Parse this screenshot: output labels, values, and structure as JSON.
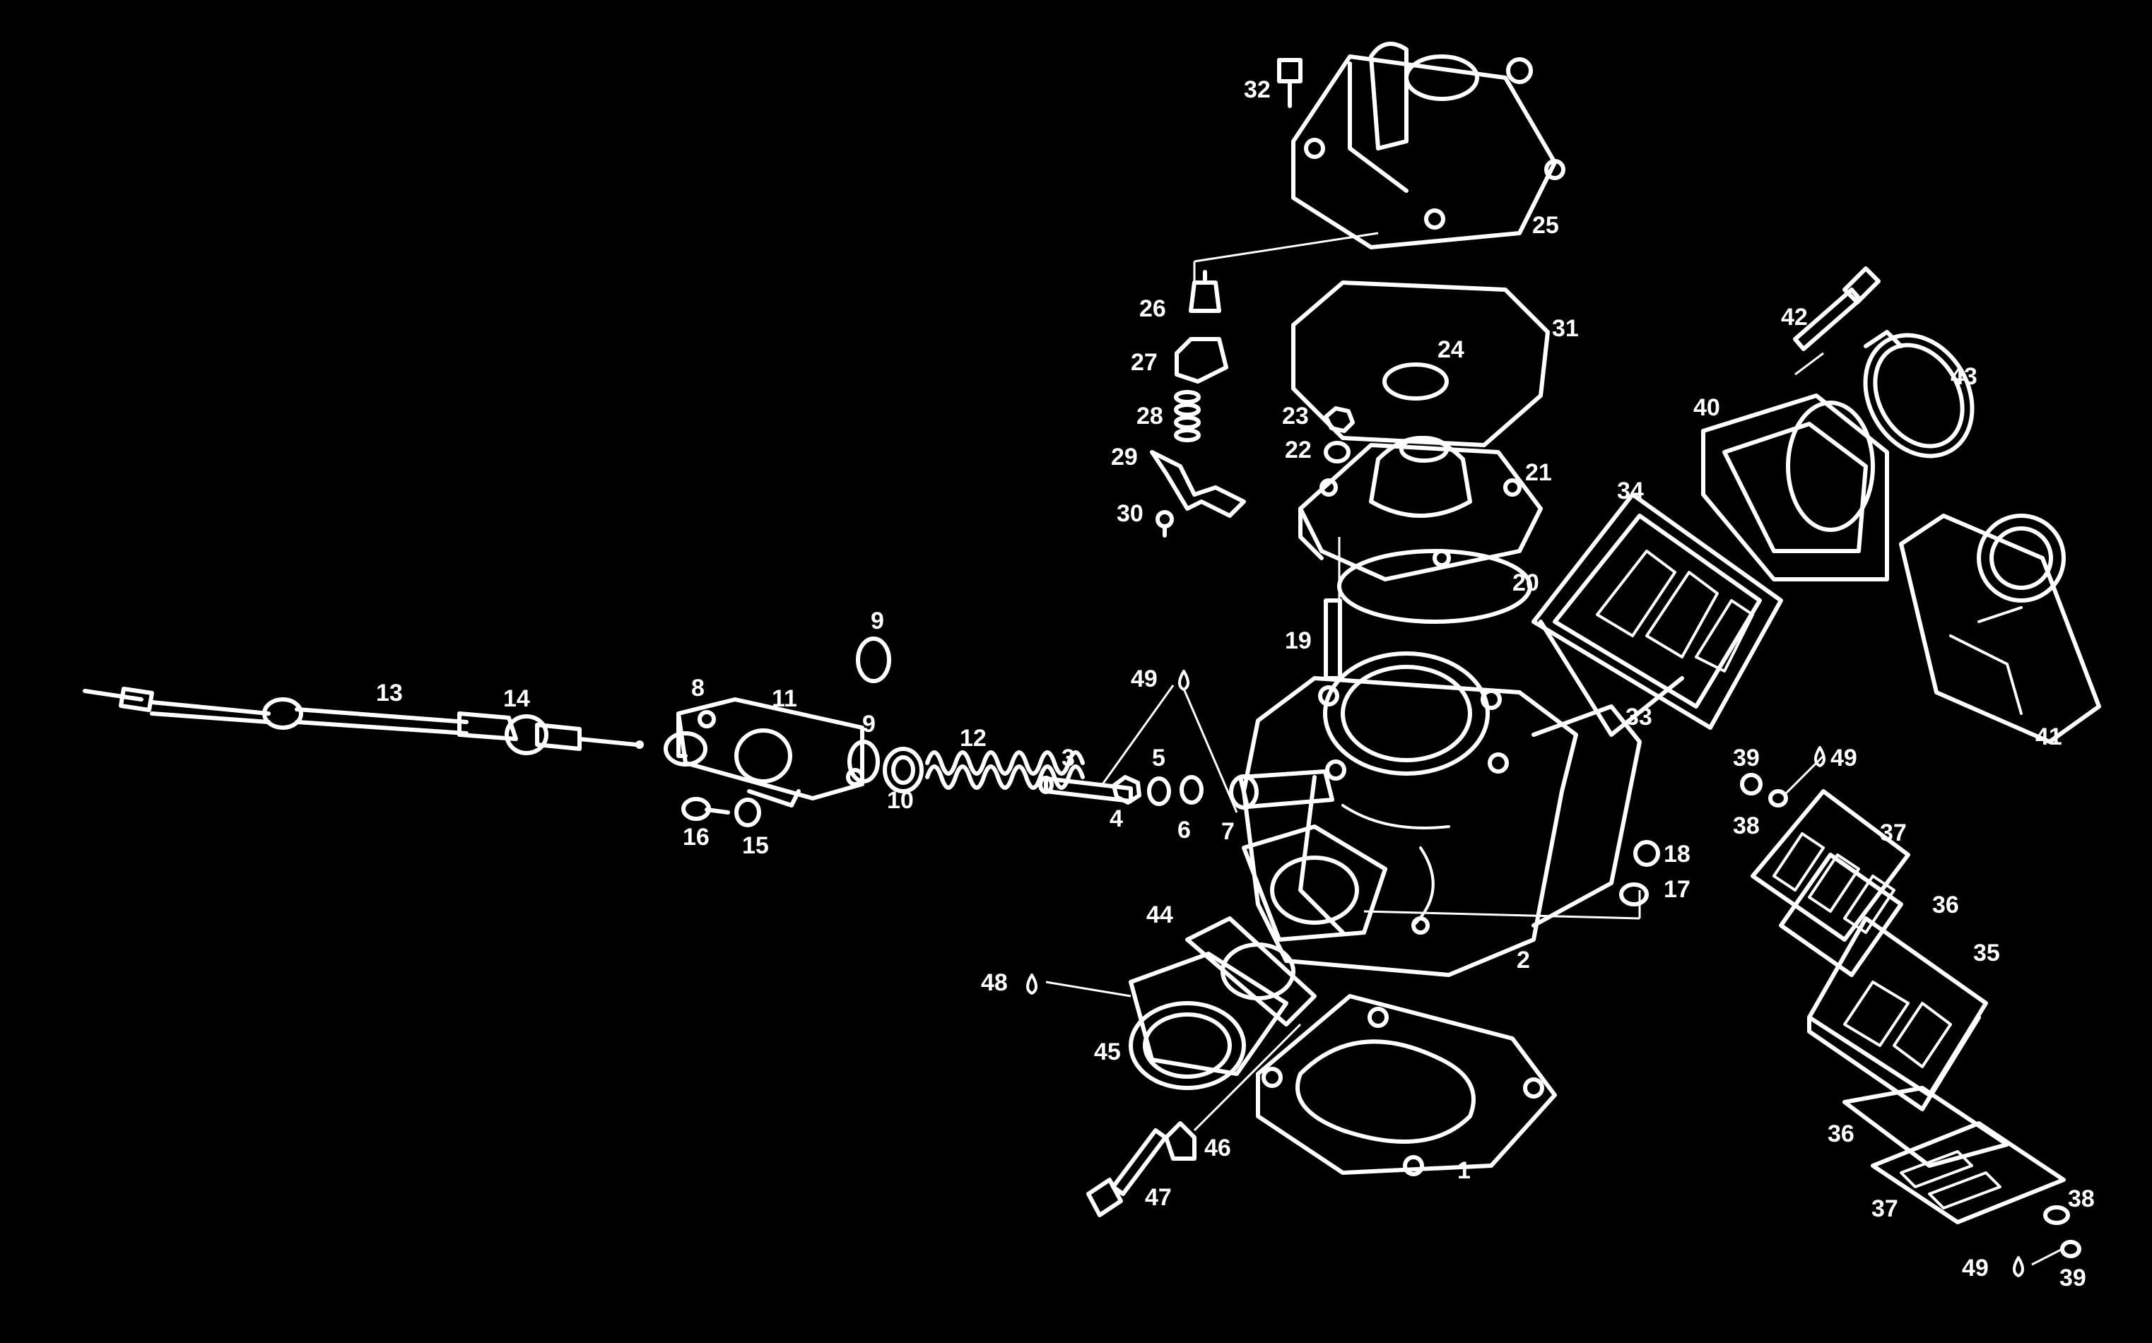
{
  "labels": {
    "l1": "1",
    "l2": "2",
    "l3": "3",
    "l4": "4",
    "l5": "5",
    "l6": "6",
    "l7": "7",
    "l8": "8",
    "l9a": "9",
    "l9b": "9",
    "l10": "10",
    "l11": "11",
    "l12": "12",
    "l13": "13",
    "l14": "14",
    "l15": "15",
    "l16": "16",
    "l17": "17",
    "l18": "18",
    "l19": "19",
    "l20": "20",
    "l21": "21",
    "l22": "22",
    "l23": "23",
    "l24": "24",
    "l25": "25",
    "l26": "26",
    "l27": "27",
    "l28": "28",
    "l29": "29",
    "l30": "30",
    "l31": "31",
    "l32": "32",
    "l33": "33",
    "l34": "34",
    "l35": "35",
    "l36a": "36",
    "l36b": "36",
    "l37a": "37",
    "l37b": "37",
    "l38a": "38",
    "l38b": "38",
    "l39a": "39",
    "l39b": "39",
    "l40": "40",
    "l41": "41",
    "l42": "42",
    "l43": "43",
    "l44": "44",
    "l45": "45",
    "l46": "46",
    "l47": "47",
    "l48": "48",
    "l49a": "49",
    "l49b": "49",
    "l49c": "49"
  }
}
